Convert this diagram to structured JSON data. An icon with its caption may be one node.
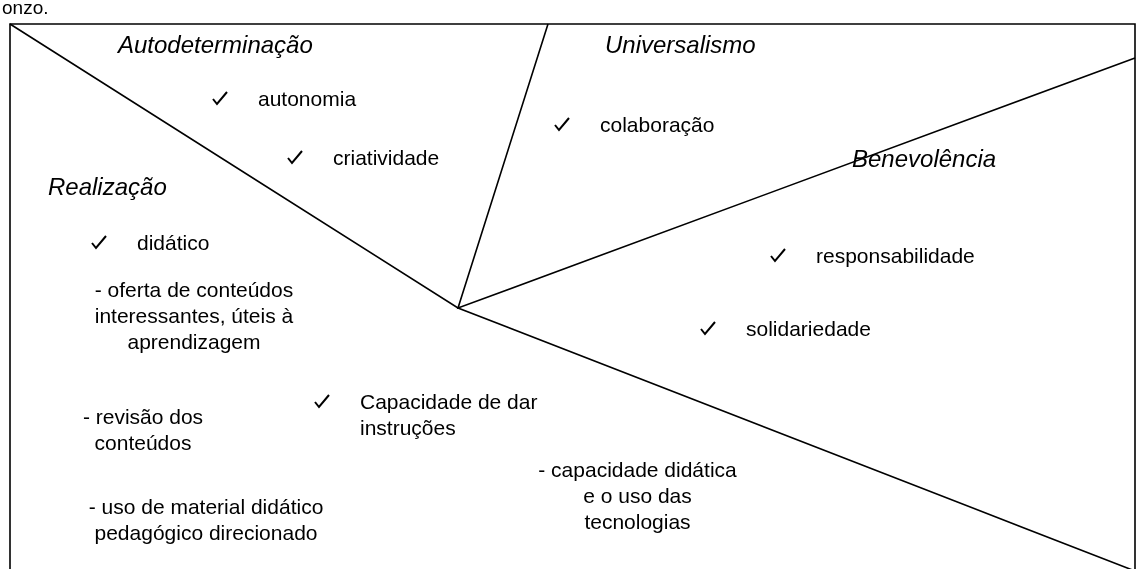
{
  "diagram": {
    "nodes": [
      {
        "text": [
          "Autodeterminação",
          "autonomia",
          "criatividade"
        ]
      },
      {
        "text": [
          "Universalismo",
          "colaboração"
        ]
      },
      {
        "text": [
          "Benevolência",
          "responsabilidade",
          "solidariedade"
        ]
      },
      {
        "text": [
          "Realização",
          "didático",
          "- oferta de conteúdos interessantes, úteis à aprendizagem",
          "- revisão dos conteúdos",
          "- uso de material didático pedagógico direcionado",
          "Capacidade de dar instruções",
          "- capacidade didática e o uso das tecnologias"
        ]
      }
    ],
    "labels": [
      "onzo."
    ]
  }
}
